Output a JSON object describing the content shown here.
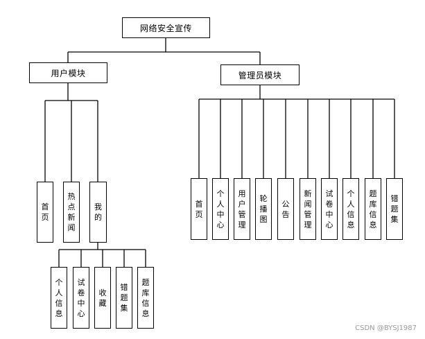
{
  "root": {
    "label": "网络安全宣传"
  },
  "user_module": {
    "label": "用户模块",
    "children": [
      "首页",
      "热点新闻",
      "我的"
    ],
    "my_children": [
      "个人信息",
      "试卷中心",
      "收藏",
      "错题集",
      "题库信息"
    ]
  },
  "admin_module": {
    "label": "管理员模块",
    "children": [
      "首页",
      "个人中心",
      "用户管理",
      "轮播图",
      "公告",
      "新闻管理",
      "试卷中心",
      "个人信息",
      "题库信息",
      "错题集"
    ]
  },
  "watermark": "CSDN @BYSJ1987"
}
